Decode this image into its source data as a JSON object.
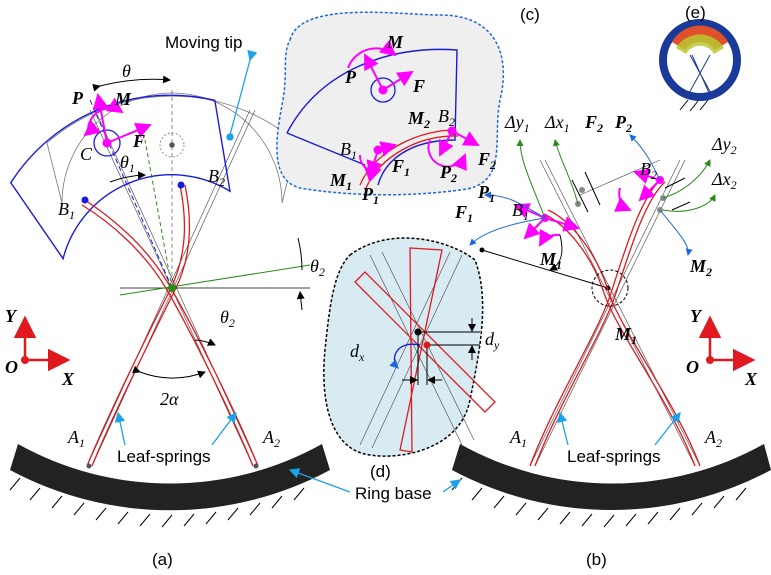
{
  "panel_labels": {
    "a": "(a)",
    "b": "(b)",
    "c": "(c)",
    "d": "(d)",
    "e": "(e)"
  },
  "callouts": {
    "moving_tip": "Moving tip",
    "leaf_springs_a": "Leaf-springs",
    "leaf_springs_b": "Leaf-springs",
    "ring_base": "Ring base"
  },
  "symbols": {
    "theta": "θ",
    "theta1": {
      "main": "θ",
      "sub": "1"
    },
    "theta2": {
      "main": "θ",
      "sub": "2"
    },
    "two_alpha": "2α",
    "P": "P",
    "M": "M",
    "F": "F",
    "C": "C",
    "A1": {
      "main": "A",
      "sub": "1"
    },
    "A2": {
      "main": "A",
      "sub": "2"
    },
    "B1": {
      "main": "B",
      "sub": "1"
    },
    "B2": {
      "main": "B",
      "sub": "2"
    },
    "P1": {
      "main": "P",
      "sub": "1"
    },
    "P2": {
      "main": "P",
      "sub": "2"
    },
    "F1": {
      "main": "F",
      "sub": "1"
    },
    "F2": {
      "main": "F",
      "sub": "2"
    },
    "M1": {
      "main": "M",
      "sub": "1"
    },
    "M2": {
      "main": "M",
      "sub": "2"
    },
    "dy1": {
      "main": "Δy",
      "sub": "1"
    },
    "dx1": {
      "main": "Δx",
      "sub": "1"
    },
    "dy2": {
      "main": "Δy",
      "sub": "2"
    },
    "dx2": {
      "main": "Δx",
      "sub": "2"
    },
    "dx": {
      "main": "d",
      "sub": "x"
    },
    "dy": {
      "main": "d",
      "sub": "y"
    },
    "X": "X",
    "Y": "Y",
    "O": "O"
  },
  "colors": {
    "spring": "#e0191e",
    "load": "#ff00ff",
    "tip": "#1a1adf",
    "callout": "#1aa3e8",
    "green": "#2a8a1a",
    "axis": "#e0191e",
    "ring": "#222222"
  }
}
